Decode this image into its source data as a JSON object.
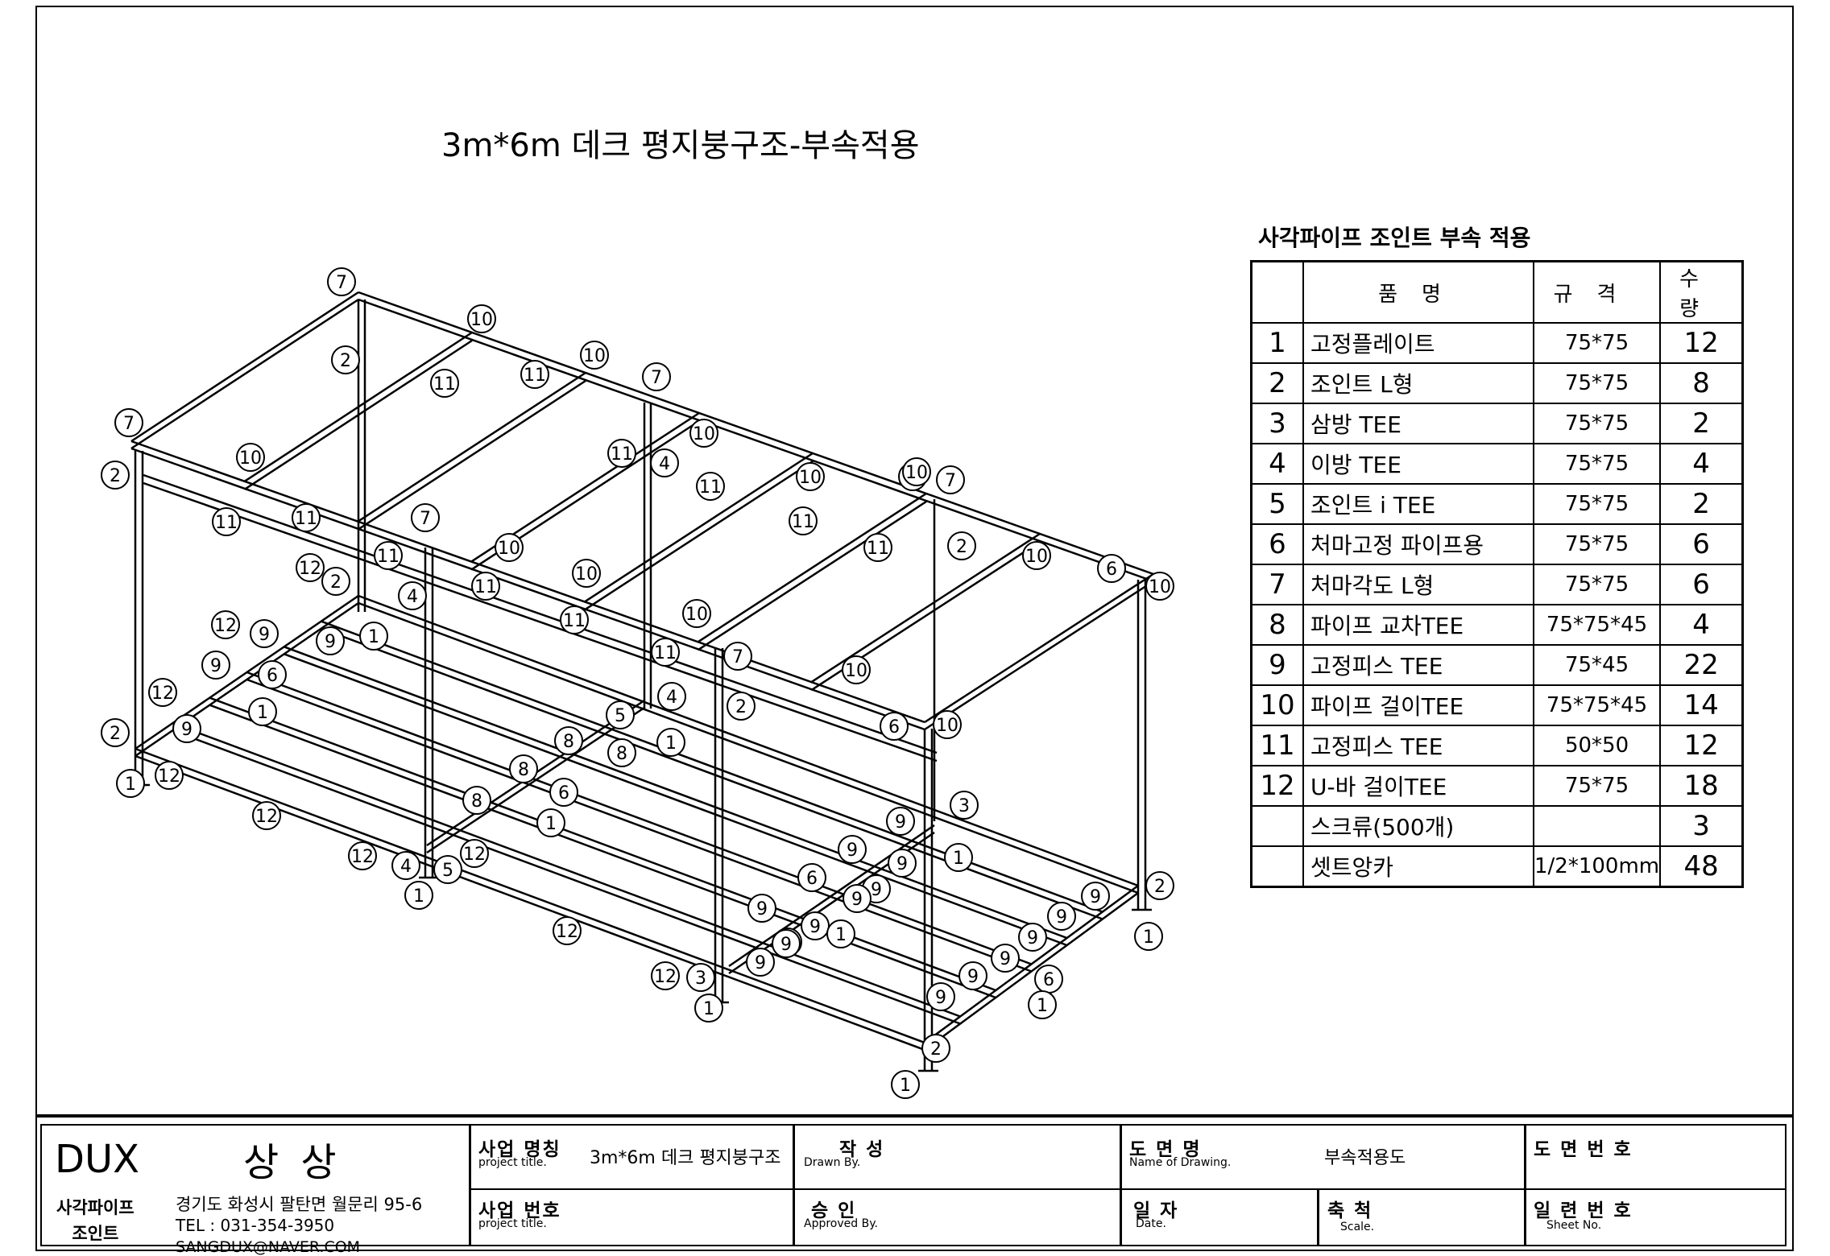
{
  "title": "3m*6m  데크 평지붕구조-부속적용",
  "parts_table": {
    "heading": "사각파이프 조인트 부속 적용",
    "headers": {
      "name": "품명",
      "spec": "규격",
      "qty": "수량"
    },
    "rows": [
      {
        "no": "1",
        "name": "고정플레이트",
        "spec": "75*75",
        "qty": "12"
      },
      {
        "no": "2",
        "name": "조인트 L형",
        "spec": "75*75",
        "qty": "8"
      },
      {
        "no": "3",
        "name": "삼방 TEE",
        "spec": "75*75",
        "qty": "2"
      },
      {
        "no": "4",
        "name": "이방 TEE",
        "spec": "75*75",
        "qty": "4"
      },
      {
        "no": "5",
        "name": "조인트 i TEE",
        "spec": "75*75",
        "qty": "2"
      },
      {
        "no": "6",
        "name": "처마고정 파이프용",
        "spec": "75*75",
        "qty": "6"
      },
      {
        "no": "7",
        "name": "처마각도 L형",
        "spec": "75*75",
        "qty": "6"
      },
      {
        "no": "8",
        "name": "파이프 교차TEE",
        "spec": "75*75*45",
        "qty": "4"
      },
      {
        "no": "9",
        "name": "고정피스 TEE",
        "spec": "75*45",
        "qty": "22"
      },
      {
        "no": "10",
        "name": "파이프 걸이TEE",
        "spec": "75*75*45",
        "qty": "14"
      },
      {
        "no": "11",
        "name": "고정피스 TEE",
        "spec": "50*50",
        "qty": "12"
      },
      {
        "no": "12",
        "name": "U-바 걸이TEE",
        "spec": "75*75",
        "qty": "18"
      },
      {
        "no": "",
        "name": "스크류(500개)",
        "spec": "",
        "qty": "3"
      },
      {
        "no": "",
        "name": "셋트앙카",
        "spec": "1/2*100mm",
        "qty": "48"
      }
    ]
  },
  "title_block": {
    "company": "DUX",
    "company_kr": "상 상",
    "company_sub": "사각파이프\n조인트",
    "address": "경기도 화성시 팔탄면 월문리 95-6",
    "tel": "TEL : 031-354-3950",
    "email": "SANGDUX@NAVER.COM",
    "project_name_label": "사업 명칭",
    "project_name_sub": "project title.",
    "project_name_value": "3m*6m  데크 평지붕구조",
    "project_no_label": "사업 번호",
    "project_no_sub": "project title.",
    "drawn_label": "작  성",
    "drawn_sub": "Drawn By.",
    "approved_label": "승  인",
    "approved_sub": "Approved By.",
    "drawing_name_label": "도 면 명",
    "drawing_name_sub": "Name of Drawing.",
    "drawing_name_value": "부속적용도",
    "date_label": "일  자",
    "date_sub": "Date.",
    "scale_label": "축  척",
    "scale_sub": "Scale.",
    "drawing_no_label": "도 면 번 호",
    "sheet_no_label": "일 련 번 호",
    "sheet_no_sub": "Sheet No."
  },
  "callout_labels": [
    "1",
    "2",
    "3",
    "4",
    "5",
    "6",
    "7",
    "8",
    "9",
    "10",
    "11",
    "12"
  ]
}
